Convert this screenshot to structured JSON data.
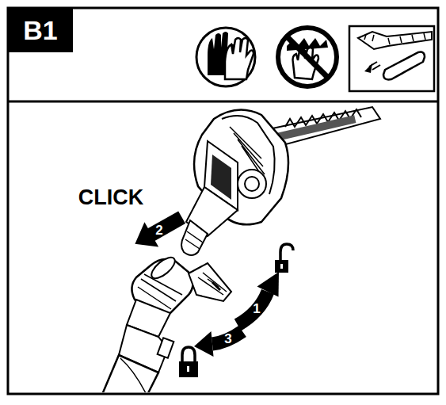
{
  "diagram": {
    "nodes": [
      {
        "text": [
          "B1"
        ]
      }
    ],
    "edges": [],
    "labels": [
      "CLICK",
      "2",
      "1",
      "3"
    ]
  }
}
